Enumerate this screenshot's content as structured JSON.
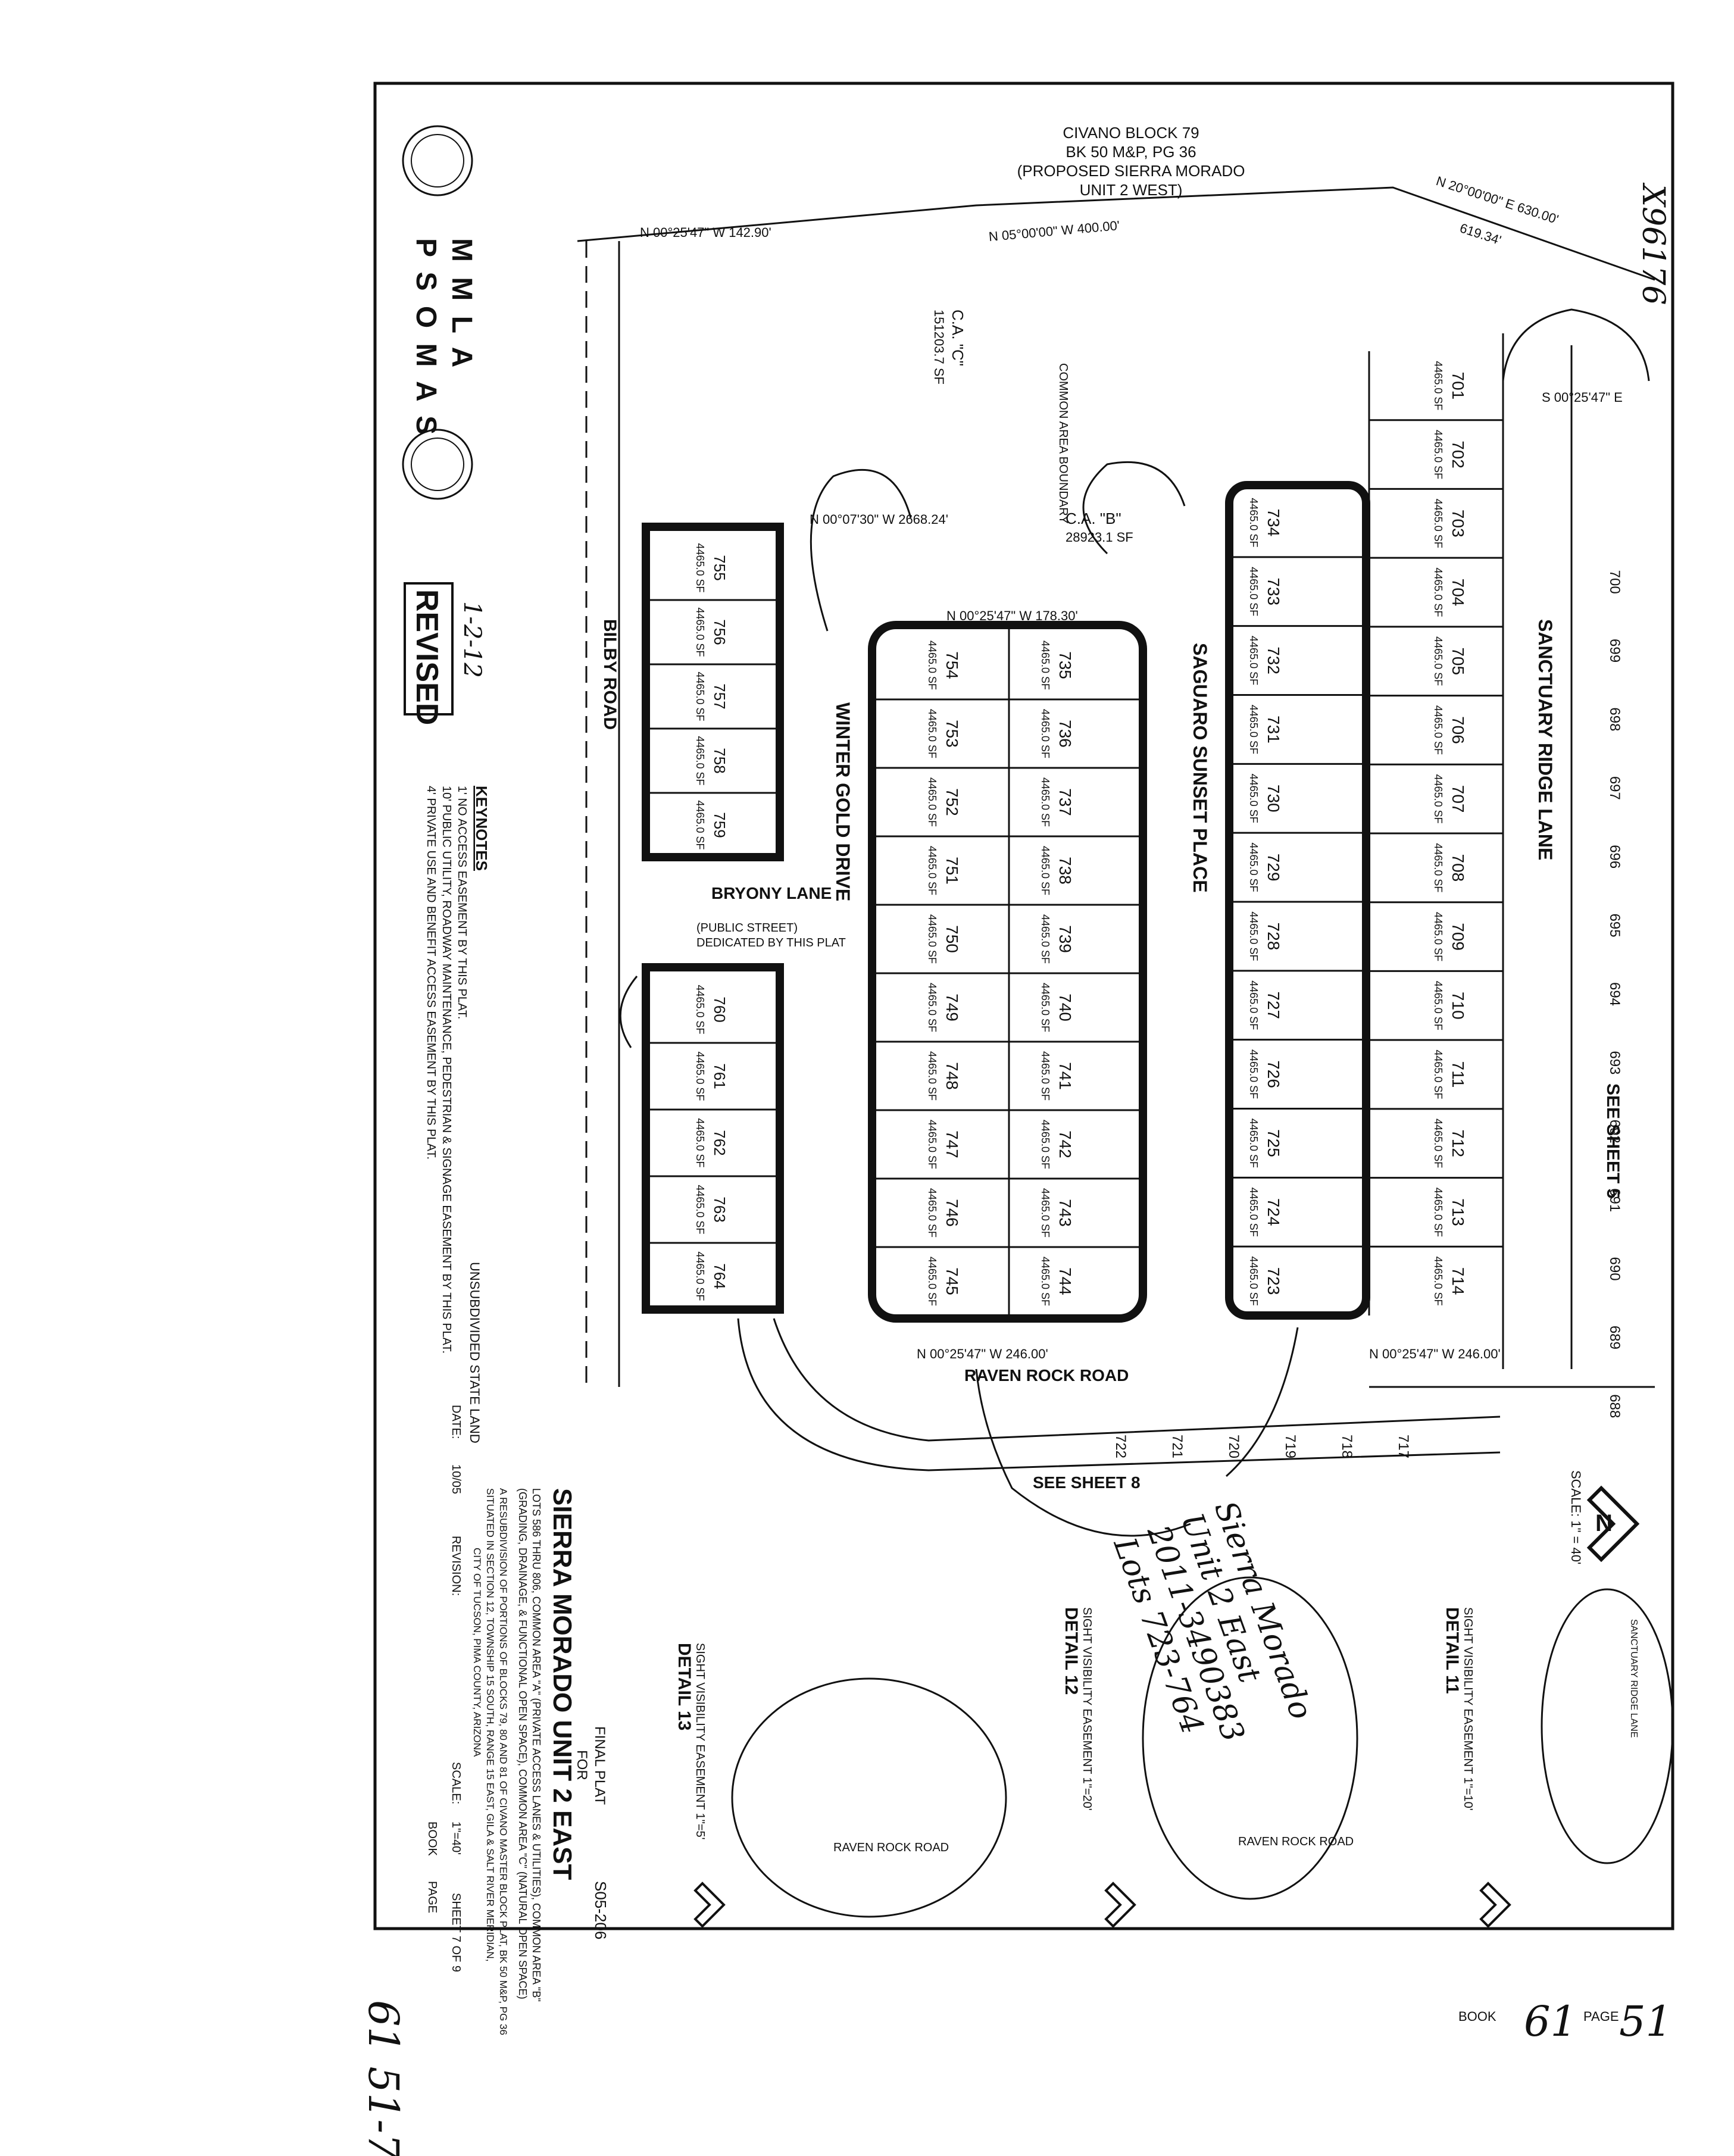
{
  "header": {
    "parcel_line1": "CIVANO BLOCK 79",
    "parcel_line2": "BK 50 M&P, PG 36",
    "parcel_line3": "(PROPOSED SIERRA MORADO",
    "parcel_line4": "UNIT 2 WEST)",
    "corner_stamp": "X96176",
    "firm_line1": "M M L A",
    "firm_line2": "P S O M A S",
    "revised": "REVISED",
    "revised_date": "1-2-12"
  },
  "streets": {
    "s1": "SANCTUARY RIDGE LANE",
    "s2": "SAGUARO SUNSET PLACE",
    "s3": "WINTER GOLD DRIVE",
    "s4": "BRYONY LANE",
    "s5": "RAVEN ROCK ROAD",
    "s6": "BILBY ROAD",
    "public_street": "(PUBLIC STREET)",
    "dedicated": "DEDICATED BY THIS PLAT",
    "unsubdivided": "UNSUBDIVIDED STATE LAND"
  },
  "sheet_refs": {
    "see_sheet_5": "SEE SHEET 5",
    "see_sheet_8": "SEE SHEET 8"
  },
  "common_areas": {
    "ca_b": "C.A. \"B\"",
    "ca_b_area": "28923.1 SF",
    "ca_c": "C.A. \"C\"",
    "ca_c_area": "151203.7 SF",
    "common_area_boundary": "COMMON AREA BOUNDARY"
  },
  "bearings": {
    "b1": "N 00°25'47\" W  142.90'",
    "b2": "N 05°00'00\" W  400.00'",
    "b3": "N 20°00'00\" E  630.00'",
    "b4": "619.34'",
    "b5": "N 00°25'47\" W  178.30'",
    "b6": "N 00°25'47\" W  246.00'",
    "b7": "N 00°25'47\" W  246.00'",
    "b8": "N 00°07'30\" W  2668.24'",
    "b9": "S 00°25'47\" E"
  },
  "lots": {
    "row_east": [
      "701",
      "702",
      "703",
      "704",
      "705",
      "706",
      "707",
      "708",
      "709",
      "710",
      "711",
      "712",
      "713",
      "714"
    ],
    "row_saguaro_e": [
      "734",
      "733",
      "732",
      "731",
      "730",
      "729",
      "728",
      "727",
      "726",
      "725",
      "724",
      "723"
    ],
    "row_winter_e": [
      "735",
      "736",
      "737",
      "738",
      "739",
      "740",
      "741",
      "742",
      "743",
      "744"
    ],
    "row_winter_w": [
      "754",
      "753",
      "752",
      "751",
      "750",
      "749",
      "748",
      "747",
      "746",
      "745"
    ],
    "row_bilby_n": [
      "755",
      "756",
      "757",
      "758",
      "759"
    ],
    "row_bilby_s": [
      "760",
      "761",
      "762",
      "763",
      "764"
    ],
    "row_far_e": [
      "700",
      "699",
      "698",
      "697",
      "696",
      "695",
      "694",
      "693",
      "692",
      "691",
      "690",
      "689",
      "688"
    ],
    "row_bottom": [
      "717",
      "718",
      "719",
      "720",
      "721",
      "722"
    ],
    "typical_area": "4465.0 SF"
  },
  "keynotes": {
    "title": "KEYNOTES",
    "k1": "1' NO ACCESS EASEMENT BY THIS PLAT.",
    "k2": "10' PUBLIC UTILITY, ROADWAY MAINTENANCE, PEDESTRIAN & SIGNAGE EASEMENT BY THIS PLAT.",
    "k5": "4' PRIVATE USE AND BENEFIT ACCESS EASEMENT BY THIS PLAT."
  },
  "details": {
    "d11_title": "DETAIL 11",
    "d11_sub": "SIGHT VISIBILITY EASEMENT  1\"=10'",
    "d12_title": "DETAIL 12",
    "d12_sub": "SIGHT VISIBILITY EASEMENT  1\"=20'",
    "d13_title": "DETAIL 13",
    "d13_sub": "SIGHT VISIBILITY EASEMENT  1\"=5'",
    "raven": "RAVEN ROCK ROAD",
    "sanctuary": "SANCTUARY RIDGE LANE"
  },
  "title_block": {
    "final_plat": "FINAL PLAT",
    "for": "FOR",
    "name": "SIERRA MORADO UNIT 2 EAST",
    "lots_line": "LOTS 586 THRU 806, COMMON AREA \"A\" (PRIVATE ACCESS LANES & UTILITIES), COMMON AREA \"B\"",
    "lots_line2": "(GRADING, DRAINAGE, & FUNCTIONAL OPEN SPACE), COMMON AREA \"C\" (NATURAL OPEN SPACE)",
    "resub": "A RESUBDIVISION OF PORTIONS OF BLOCKS 79, 80 AND 81 OF CIVANO MASTER BLOCK PLAT, BK 50 M&P, PG 36",
    "situated": "SITUATED IN SECTION 12, TOWNSHIP 15 SOUTH, RANGE 15 EAST, GILA & SALT RIVER MERIDIAN,",
    "city": "CITY OF TUCSON, PIMA COUNTY, ARIZONA",
    "case": "S05-206",
    "date_label": "DATE:",
    "date_value": "10/05",
    "revision_label": "REVISION:",
    "scale_label": "SCALE:",
    "scale_value": "1\"=40'",
    "sheet": "SHEET 7 OF 9",
    "book_label": "BOOK",
    "page_label": "PAGE",
    "scale_top": "SCALE: 1\" = 40'"
  },
  "handwritten": {
    "h1": "Sierra Morado",
    "h2": "Unit 2 East",
    "h3": "2011-3490383",
    "h4": "Lots 723-764",
    "book": "61",
    "page": "51",
    "side_ref": "61  51-7"
  },
  "footer": {
    "book_label": "BOOK",
    "page_label": "PAGE"
  }
}
